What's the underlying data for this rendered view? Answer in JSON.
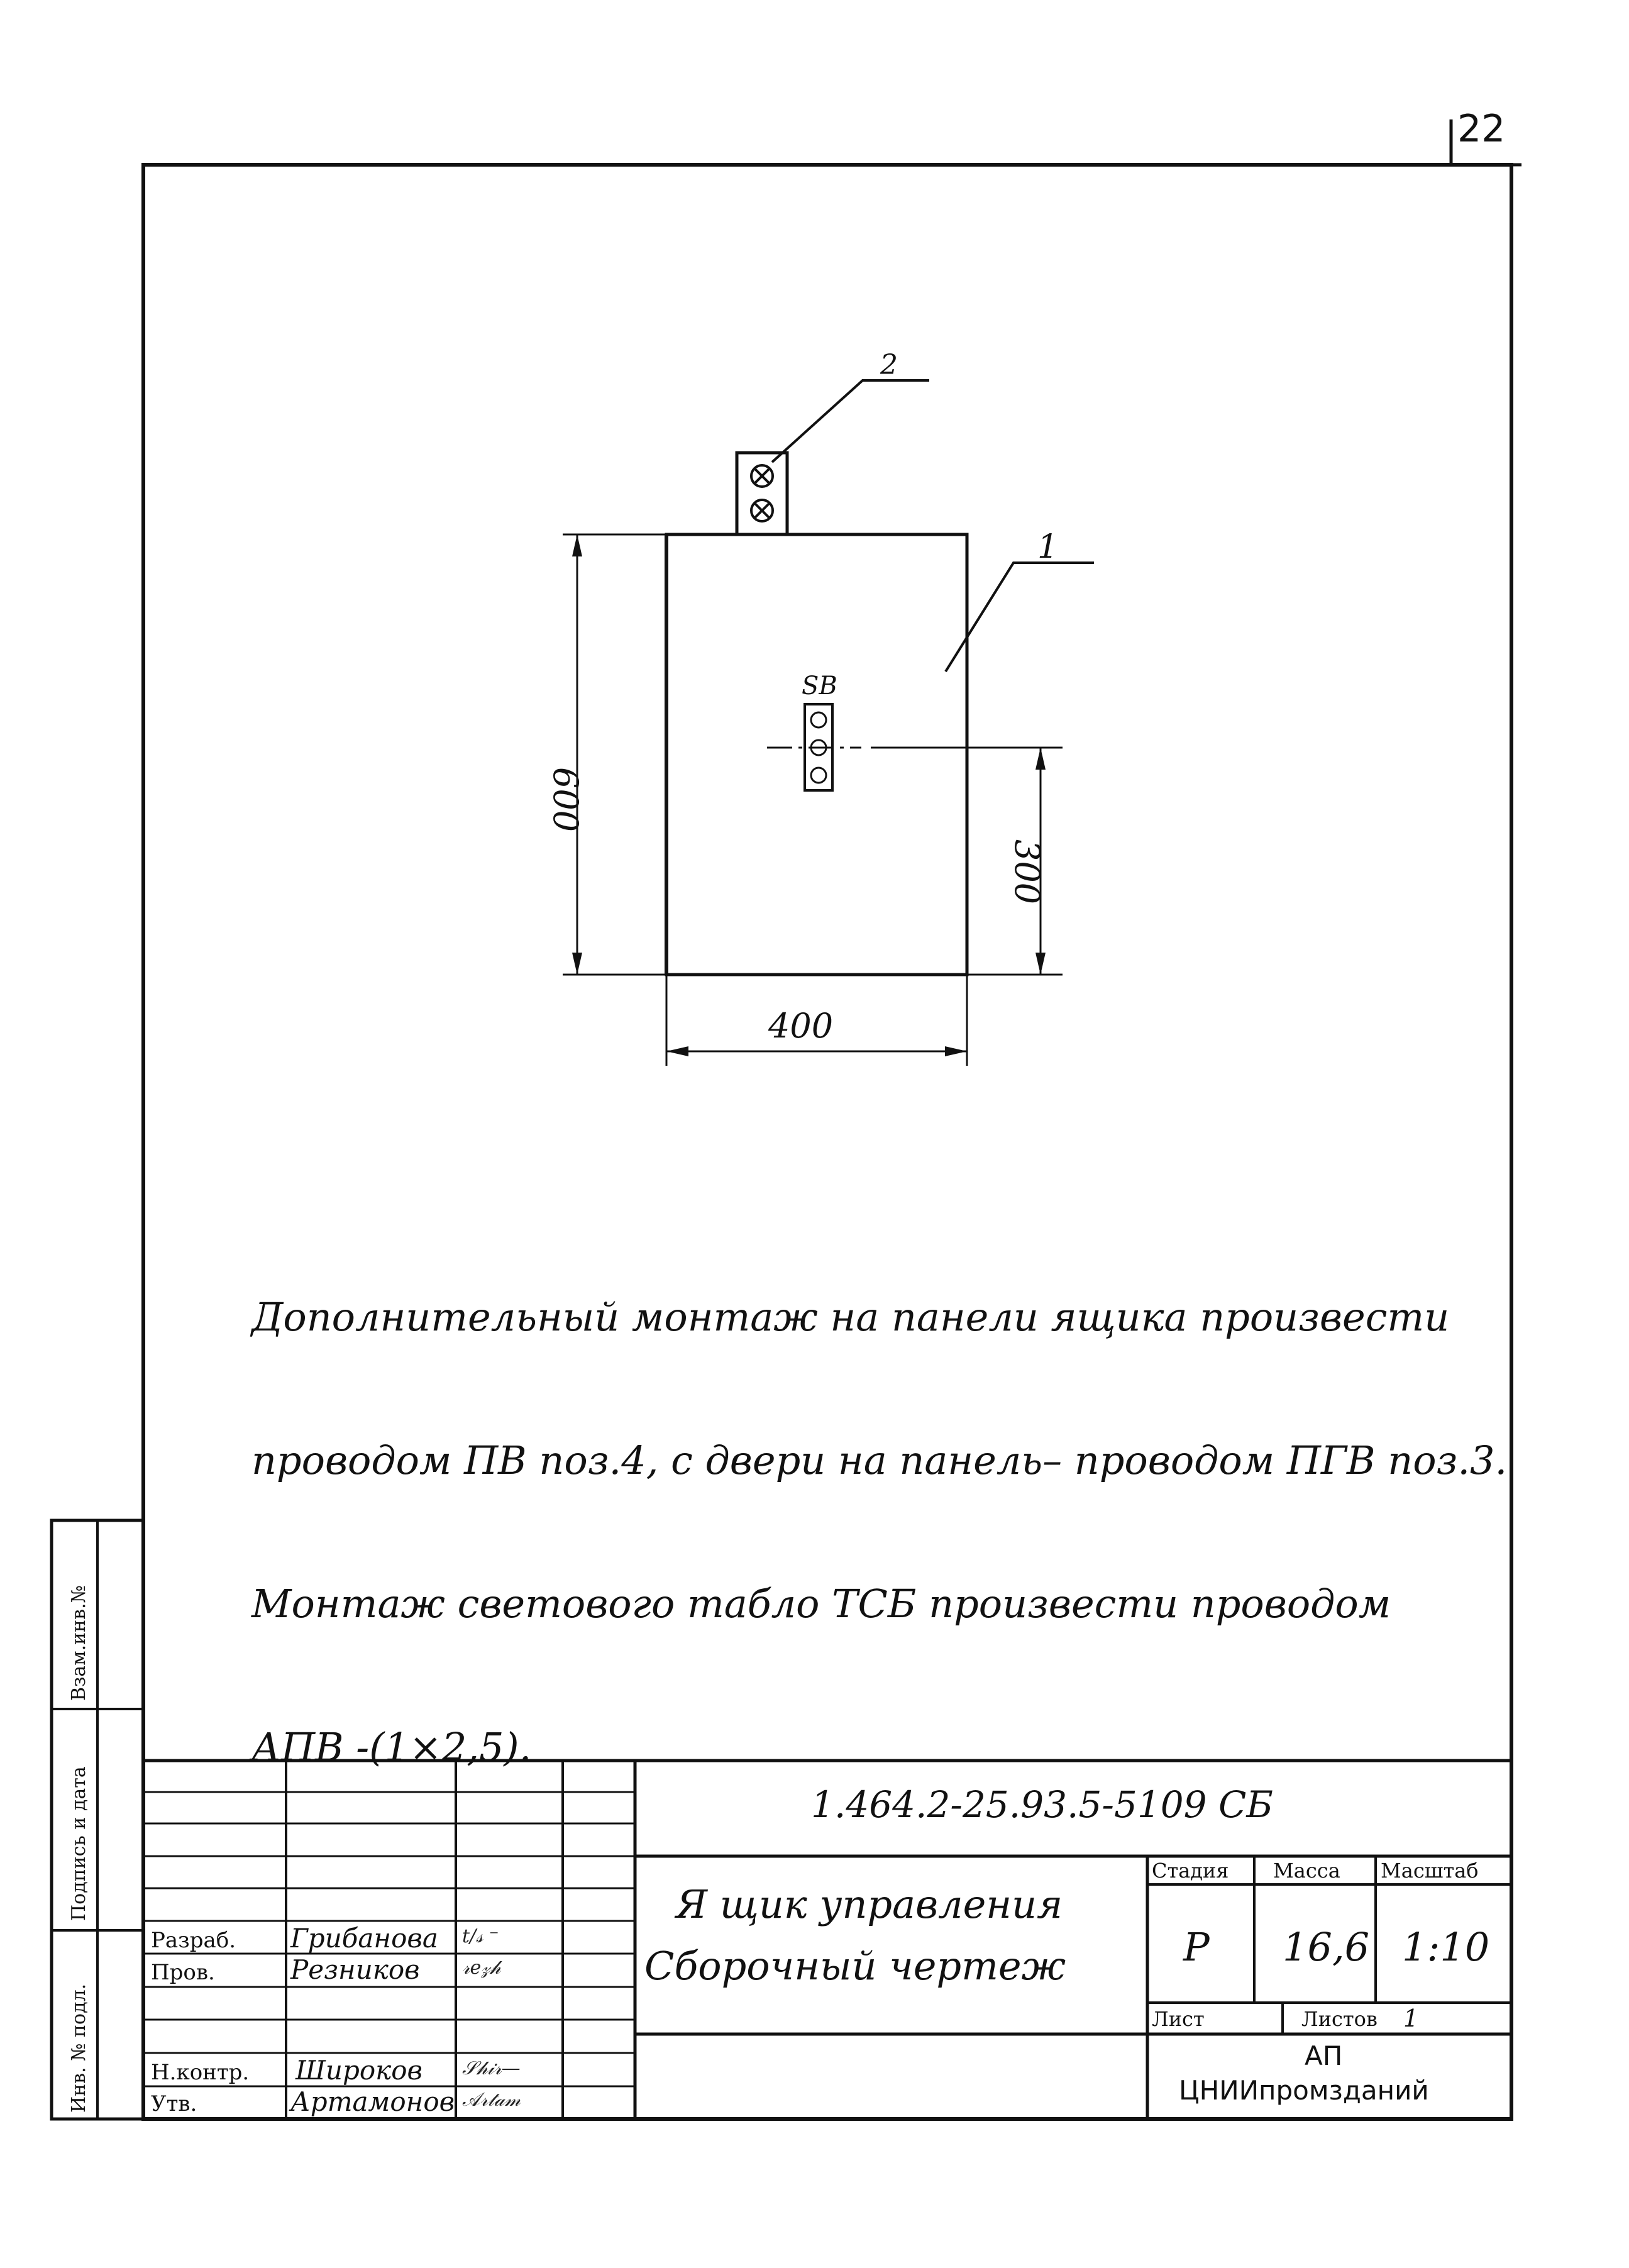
{
  "sheet_number": "22",
  "drawing": {
    "dimensions": {
      "height": "600",
      "button_height": "300",
      "width": "400"
    },
    "leaders": {
      "item_1": "1",
      "item_2": "2"
    },
    "button_label": "SB"
  },
  "note_lines": [
    "Дополнительный монтаж на панели ящика произвести",
    "проводом ПВ поз.4, с двери на панель– проводом ПГВ поз.3.",
    "Монтаж светового табло ТСБ произвести проводом",
    "АПВ -(1×2,5)."
  ],
  "side_stamps": {
    "zam_inv": "Взам.инв.№",
    "podpis_data": "Подпись и дата",
    "inv_podl": "Инв. № подл."
  },
  "title_block": {
    "designation": "1.464.2-25.93.5-5109 СБ",
    "title_line1": "Я щик управления",
    "title_line2": "Сборочный чертеж",
    "headers": {
      "stage": "Стадия",
      "mass": "Масса",
      "scale": "Масштаб"
    },
    "values": {
      "stage": "Р",
      "mass": "16,6",
      "scale": "1:10"
    },
    "sheet_label": "Лист",
    "sheets_label": "Листов",
    "sheets_value": "1",
    "org_line1": "АП",
    "org_line2": "ЦНИИпромзданий",
    "roles": [
      {
        "role": "Разраб.",
        "name": "Грибанова"
      },
      {
        "role": "Пров.",
        "name": "Резников"
      },
      {
        "role": "Н.контр.",
        "name": "Широков"
      },
      {
        "role": "Утв.",
        "name": "Артамонов"
      }
    ]
  }
}
